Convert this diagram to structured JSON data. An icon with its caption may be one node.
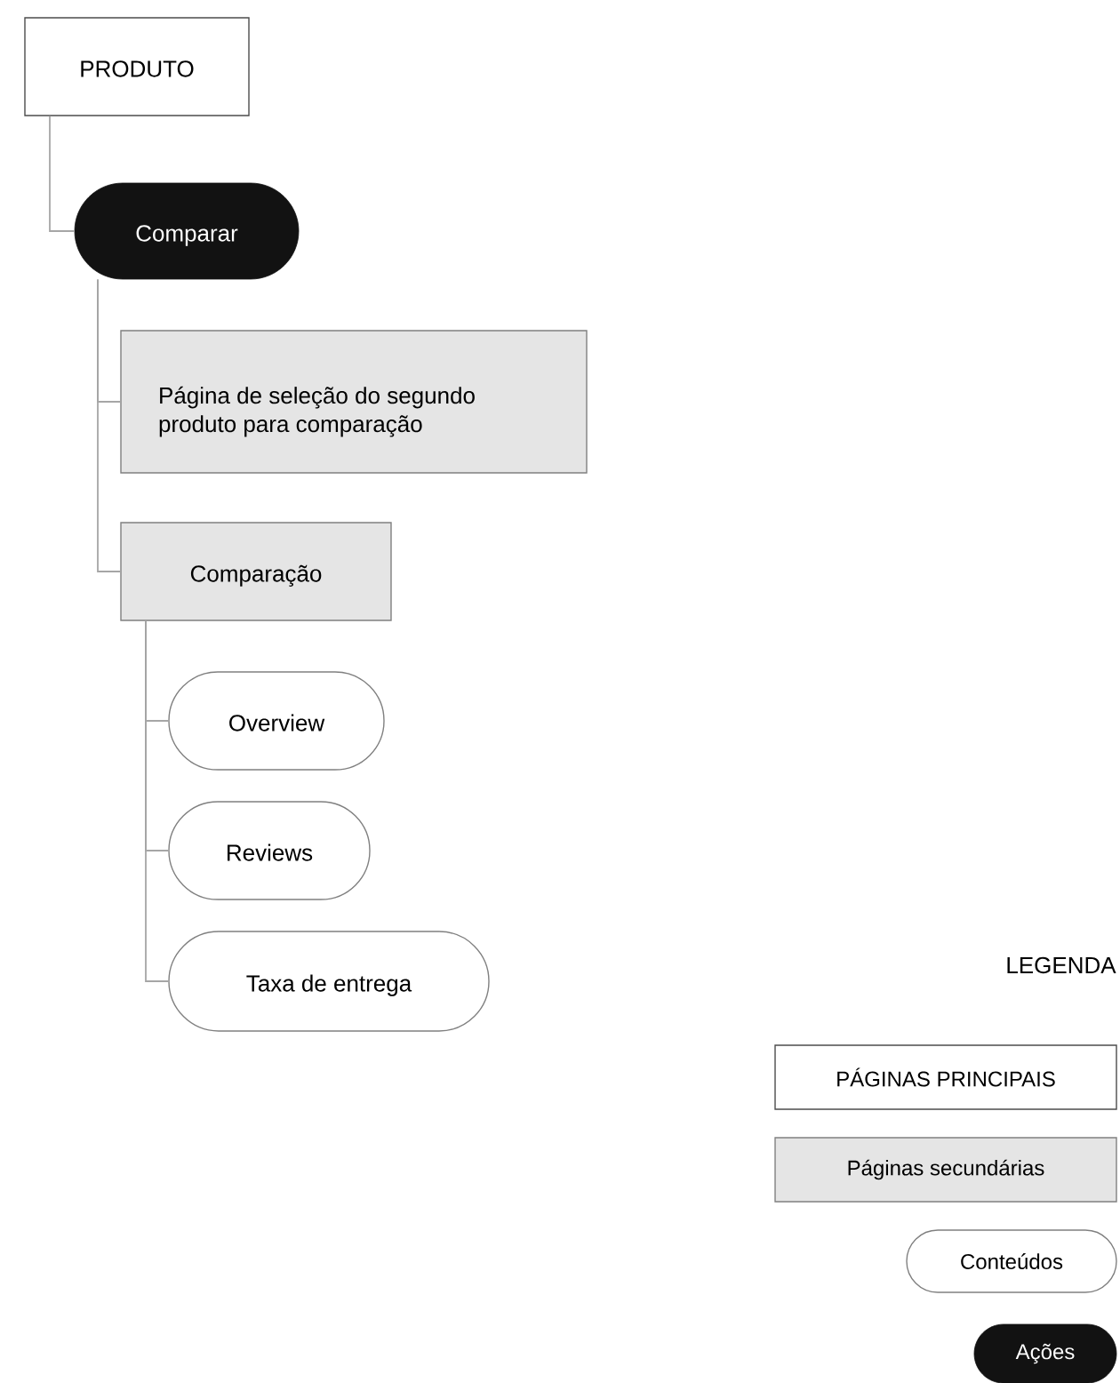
{
  "diagram": {
    "nodes": [
      {
        "text": [
          "PRODUTO"
        ]
      },
      {
        "text": [
          "Comparar"
        ]
      },
      {
        "text": [
          "Página de seleção do segundo produto para comparação"
        ]
      },
      {
        "text": [
          "Comparação"
        ]
      },
      {
        "text": [
          "Overview"
        ]
      },
      {
        "text": [
          "Reviews"
        ]
      },
      {
        "text": [
          "Taxa de entrega"
        ]
      }
    ],
    "edges": [
      {
        "from": 0,
        "to": 1,
        "arrow": "none"
      },
      {
        "from": 1,
        "to": 2,
        "arrow": "none"
      },
      {
        "from": 1,
        "to": 3,
        "arrow": "none"
      },
      {
        "from": 3,
        "to": 4,
        "arrow": "none"
      },
      {
        "from": 3,
        "to": 5,
        "arrow": "none"
      },
      {
        "from": 3,
        "to": 6,
        "arrow": "none"
      }
    ],
    "labels": [
      "LEGENDA"
    ],
    "legend": [
      {
        "text": "PÁGINAS PRINCIPAIS"
      },
      {
        "text": "Páginas secundárias"
      },
      {
        "text": "Conteúdos"
      },
      {
        "text": "Ações"
      }
    ]
  }
}
